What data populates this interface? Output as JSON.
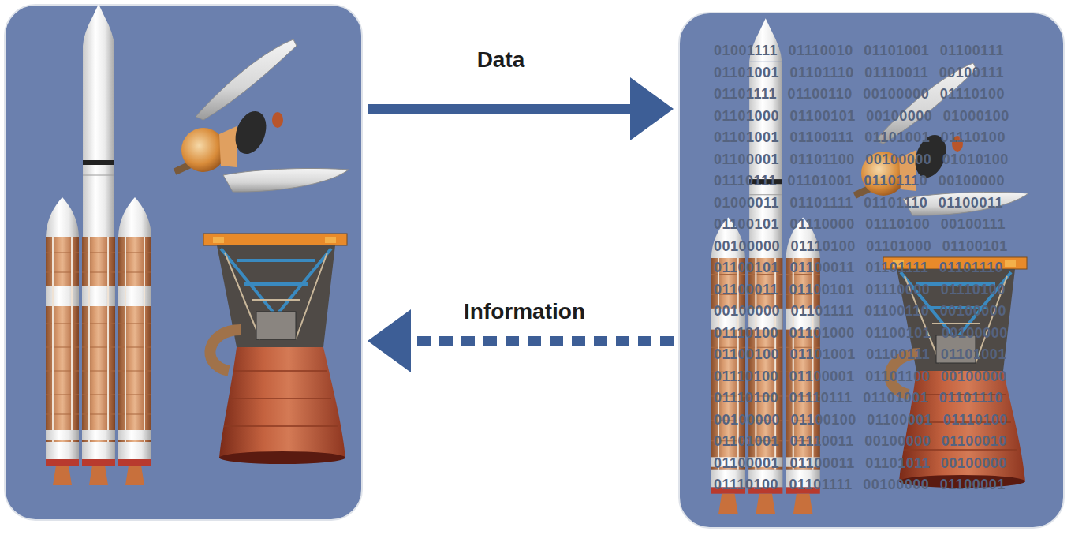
{
  "diagram": {
    "nodes": [
      {
        "text": []
      },
      {
        "text": [
          "01001111 01110010 01101001 01100111 01101001 01101110 01110011 00100111 01101111 01100110 00100000 01110100 01101000 01100101 00100000 01000100 01101001 01100111 01101001 01110100 01100001 01101100 00100000 01010100 01110111 01101001 01101110 00100000 01000011 01101111 01101110 01100011 01100101 01110000 01110100 00100111 00100000 01110100 01101000 01100101 01100101 01100011 01101111 01101110 01100011 01100101 01110000 01110100 00100000 01101111 01100110 00100000 01110100 01101000 01100101 00100000 01100100 01101001 01100111 01101001 01110100 01100001 01101100 00100000 01110100 01110111 01101001 01101110 00100000 01100100 01100001 01110100 01101001 01110011 00100000 01100010 01100001 01100011 01101011 00100000 01110100 01101111 00100000 01100001"
        ]
      }
    ],
    "edges": [
      {
        "from": 0,
        "to": 1,
        "arrow": "to",
        "label": "Data"
      },
      {
        "from": 1,
        "to": 0,
        "arrow": "to",
        "label": "Information"
      }
    ]
  }
}
